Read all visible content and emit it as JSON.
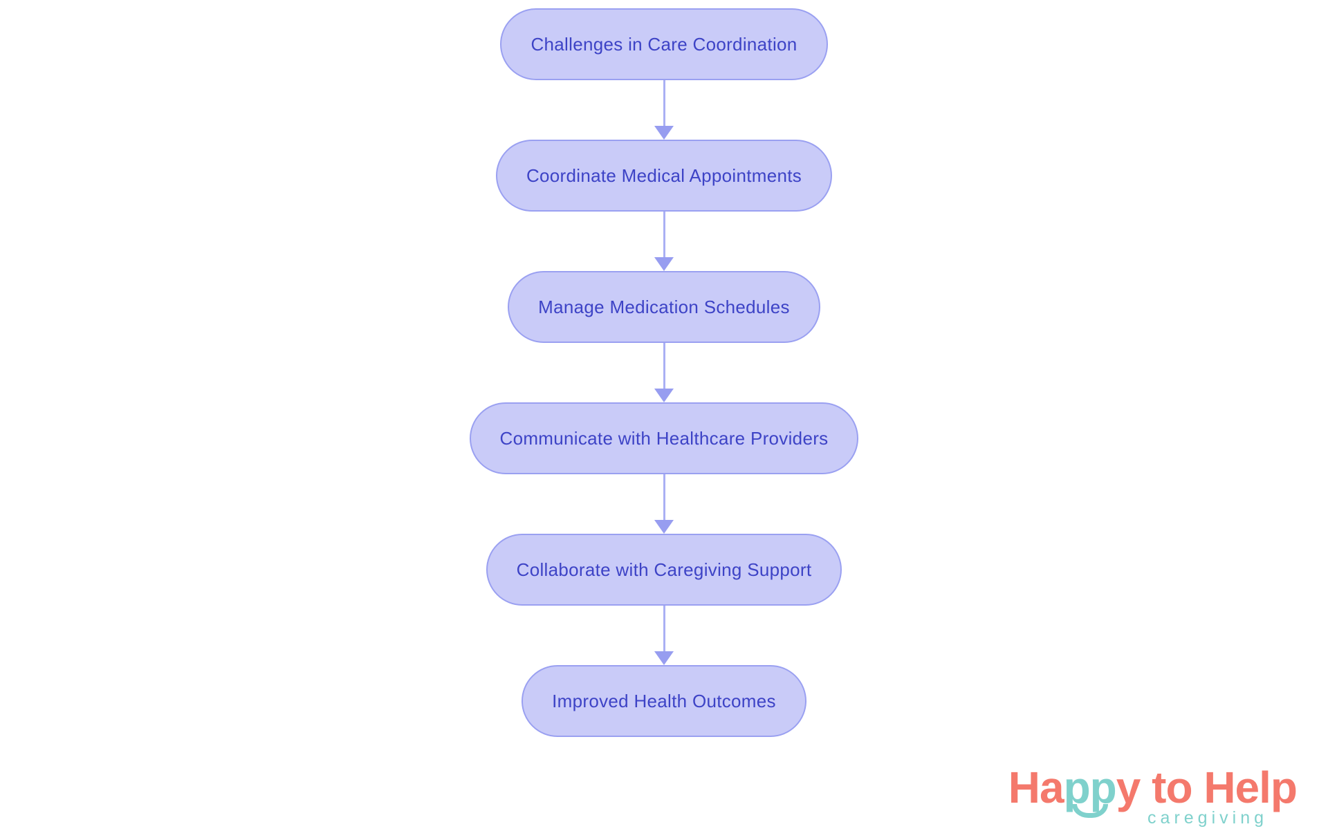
{
  "theme": {
    "background": "#ffffff",
    "node_fill": "#c9cbf8",
    "node_border": "#9aa0f1",
    "node_text": "#3d43c6",
    "arrow_line": "#aab0f4",
    "arrow_head": "#979df0",
    "logo_coral": "#f4796c",
    "logo_teal": "#7fd1cc"
  },
  "flowchart": {
    "type": "vertical-flow",
    "nodes": [
      {
        "label": "Challenges in Care Coordination"
      },
      {
        "label": "Coordinate Medical Appointments"
      },
      {
        "label": "Manage Medication Schedules"
      },
      {
        "label": "Communicate with Healthcare Providers"
      },
      {
        "label": "Collaborate with Caregiving Support"
      },
      {
        "label": "Improved Health Outcomes"
      }
    ],
    "edges": [
      {
        "from": 0,
        "to": 1
      },
      {
        "from": 1,
        "to": 2
      },
      {
        "from": 2,
        "to": 3
      },
      {
        "from": 3,
        "to": 4
      },
      {
        "from": 4,
        "to": 5
      }
    ]
  },
  "logo": {
    "parts": [
      {
        "text": "Ha",
        "color": "#f4796c"
      },
      {
        "text": "pp",
        "color": "#7fd1cc"
      },
      {
        "text": "y to Help",
        "color": "#f4796c"
      }
    ],
    "smile_icon": "smile-arc",
    "tagline": "caregiving",
    "tagline_color": "#7fd1cc"
  }
}
